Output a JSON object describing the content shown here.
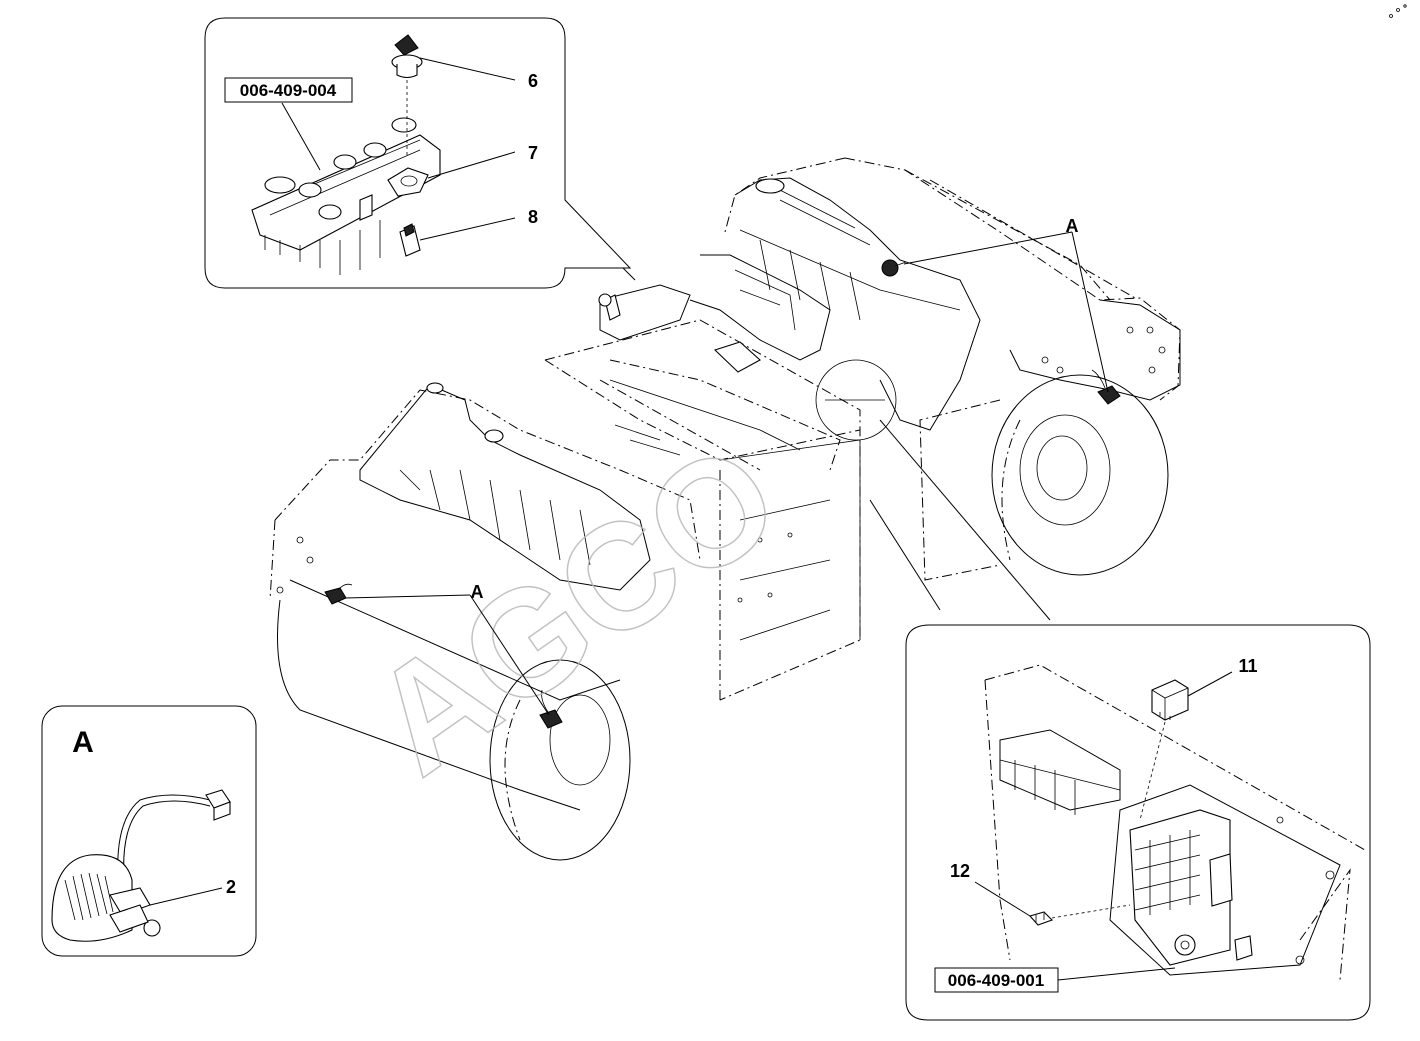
{
  "callouts": {
    "c6": "6",
    "c7": "7",
    "c8": "8",
    "c11": "11",
    "c12": "12",
    "c2": "2",
    "detail_a_top": "A",
    "detail_a_mid": "A",
    "detail_a_panel": "A"
  },
  "part_numbers": {
    "switch_panel": "006-409-004",
    "fuse_box": "006-409-001"
  },
  "watermark": {
    "text": "AGCO"
  }
}
